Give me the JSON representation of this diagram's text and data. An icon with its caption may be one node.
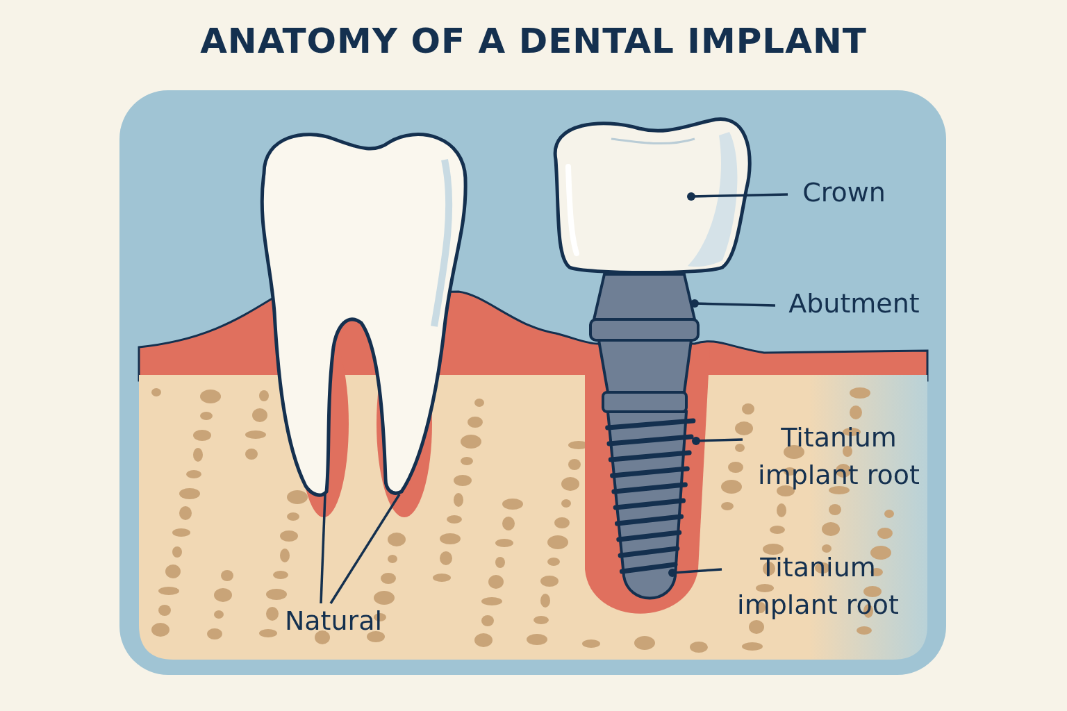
{
  "diagram": {
    "title": "ANATOMY OF A DENTAL IMPLANT",
    "nodes": [
      {
        "text": [],
        "shape": "picture"
      },
      {
        "text": [],
        "shape": "picture"
      },
      {
        "text": [
          "Crown"
        ]
      },
      {
        "text": [],
        "shape": "picture"
      },
      {
        "text": [
          "Abutment"
        ]
      },
      {
        "text": [],
        "shape": "picture"
      },
      {
        "text": [
          "Titanium implant root"
        ]
      },
      {
        "text": [
          "Titanium implant root"
        ]
      },
      {
        "text": [
          "Natural"
        ]
      }
    ],
    "edges": [
      {
        "from": 2,
        "to": 1,
        "arrow": "other"
      },
      {
        "from": 4,
        "to": 3,
        "arrow": "other"
      },
      {
        "from": 6,
        "to": 5,
        "arrow": "other"
      },
      {
        "from": 7,
        "to": 5,
        "arrow": "other"
      },
      {
        "from": 8,
        "to": 0,
        "arrow": "none"
      },
      {
        "from": 8,
        "to": 0,
        "arrow": "none"
      }
    ]
  }
}
